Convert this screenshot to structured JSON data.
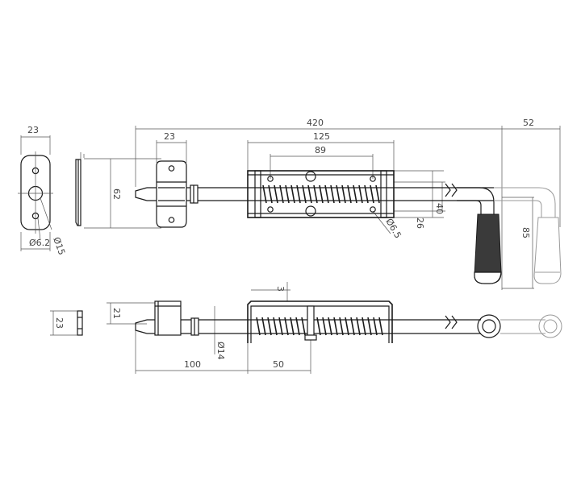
{
  "dimensions": {
    "total_length": "420",
    "handle_offset": "52",
    "spring_housing_length": "125",
    "hole_spacing": "89",
    "bracket_width_top": "23",
    "plate_width": "23",
    "bracket_height": "62",
    "hole_diameter_large": "Ø15",
    "hole_diameter_small": "Ø6.2",
    "spring_hole_diameter": "Ø6.5",
    "dim_40": "40",
    "dim_26": "26",
    "handle_height": "85",
    "plate_thickness": "3",
    "plate_height_side": "23",
    "bracket_height_side": "21",
    "rod_diameter": "Ø14",
    "rod_offset": "100",
    "spring_offset": "50"
  }
}
